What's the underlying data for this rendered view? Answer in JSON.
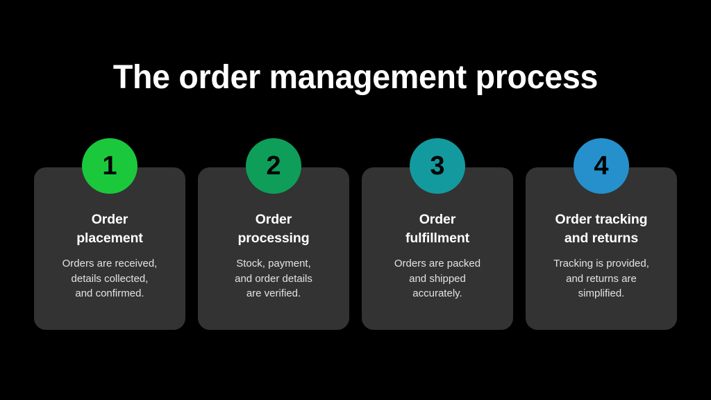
{
  "slide": {
    "background_color": "#000000",
    "title": "The order management process",
    "title_color": "#ffffff",
    "card_background_color": "#333333",
    "card_title_color": "#ffffff",
    "card_text_color": "#e3e3e3",
    "badge_number_color": "#000000"
  },
  "steps": [
    {
      "number": "1",
      "accent_color": "#1bc83c",
      "title": "Order\nplacement",
      "description": "Orders are received,\ndetails collected,\nand confirmed."
    },
    {
      "number": "2",
      "accent_color": "#0e9e5a",
      "title": "Order\nprocessing",
      "description": "Stock, payment,\nand order details\nare verified."
    },
    {
      "number": "3",
      "accent_color": "#139a9e",
      "title": "Order\nfulfillment",
      "description": "Orders are packed\nand shipped\naccurately."
    },
    {
      "number": "4",
      "accent_color": "#2590cc",
      "title": "Order tracking\nand returns",
      "description": "Tracking is provided,\nand returns are\nsimplified."
    }
  ]
}
